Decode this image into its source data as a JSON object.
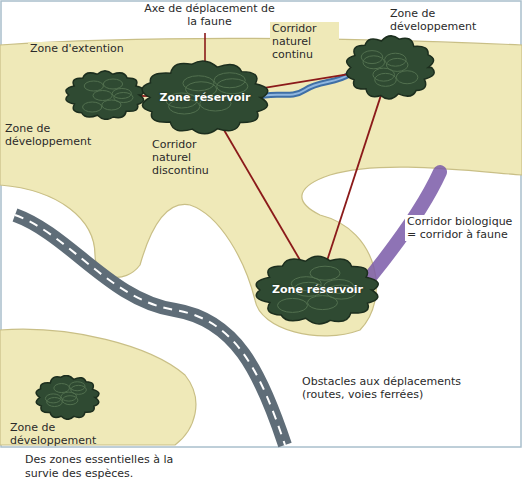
{
  "diagram": {
    "caption": "Des zones essentielles à la survie des espèces.",
    "nodes": [
      {
        "text": [
          "Zone de développement"
        ]
      },
      {
        "text": [
          "Zone réservoir"
        ]
      },
      {
        "text": [
          "Zone de développement"
        ]
      },
      {
        "text": [
          "Zone réservoir"
        ]
      },
      {
        "text": [
          "Zone de développement"
        ]
      }
    ],
    "edges": [
      {
        "from": 0,
        "to": 1,
        "arrow": "none"
      },
      {
        "from": 1,
        "to": 2,
        "arrow": "none"
      },
      {
        "from": 1,
        "to": 3,
        "arrow": "none"
      },
      {
        "from": 2,
        "to": 3,
        "arrow": "none"
      }
    ],
    "labels": [
      "Axe de déplacement de la faune",
      "Zone d'extention",
      "Corridor naturel continu",
      "Corridor naturel discontinu",
      "Corridor biologique = corridor à faune",
      "Obstacles aux déplacements (routes, voies ferrées)"
    ]
  }
}
